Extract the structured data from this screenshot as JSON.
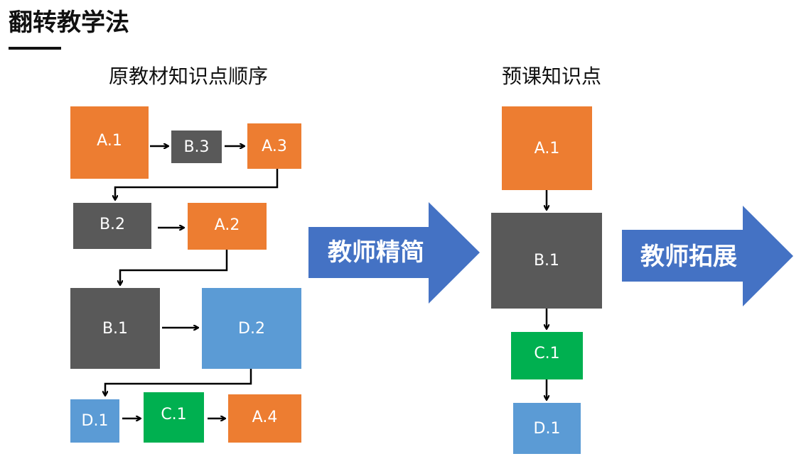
{
  "title": "翻转教学法",
  "colors": {
    "orange": "#ED7D31",
    "gray": "#595959",
    "blue": "#5B9BD5",
    "green": "#00B050",
    "arrow": "#4472C4"
  },
  "left_panel": {
    "heading": "原教材知识点顺序",
    "nodes": [
      {
        "id": "A.1",
        "label": "A.1",
        "color": "orange"
      },
      {
        "id": "B.3",
        "label": "B.3",
        "color": "gray"
      },
      {
        "id": "A.3",
        "label": "A.3",
        "color": "orange"
      },
      {
        "id": "B.2",
        "label": "B.2",
        "color": "gray"
      },
      {
        "id": "A.2",
        "label": "A.2",
        "color": "orange"
      },
      {
        "id": "B.1",
        "label": "B.1",
        "color": "gray"
      },
      {
        "id": "D.2",
        "label": "D.2",
        "color": "blue"
      },
      {
        "id": "D.1",
        "label": "D.1",
        "color": "blue"
      },
      {
        "id": "C.1",
        "label": "C.1",
        "color": "green"
      },
      {
        "id": "A.4",
        "label": "A.4",
        "color": "orange"
      }
    ],
    "sequence": [
      "A.1",
      "B.3",
      "A.3",
      "B.2",
      "A.2",
      "B.1",
      "D.2",
      "D.1",
      "C.1",
      "A.4"
    ]
  },
  "arrow_simplify": {
    "label": "教师精简"
  },
  "right_panel": {
    "heading": "预课知识点",
    "nodes": [
      {
        "id": "A.1",
        "label": "A.1",
        "color": "orange"
      },
      {
        "id": "B.1",
        "label": "B.1",
        "color": "gray"
      },
      {
        "id": "C.1",
        "label": "C.1",
        "color": "green"
      },
      {
        "id": "D.1",
        "label": "D.1",
        "color": "blue"
      }
    ],
    "sequence": [
      "A.1",
      "B.1",
      "C.1",
      "D.1"
    ]
  },
  "arrow_extend": {
    "label": "教师拓展"
  }
}
